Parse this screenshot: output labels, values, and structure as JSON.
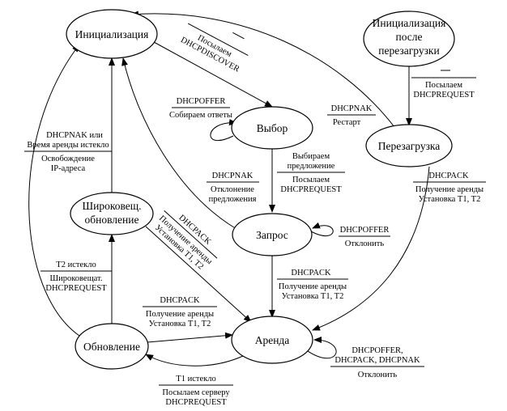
{
  "states": {
    "init": "Инициализация",
    "init_reboot_l1": "Инициализация",
    "init_reboot_l2": "после",
    "init_reboot_l3": "перезагрузки",
    "select": "Выбор",
    "reboot": "Перезагрузка",
    "request": "Запрос",
    "rebind_l1": "Широковещ.",
    "rebind_l2": "обновление",
    "renew": "Обновление",
    "bound": "Аренда"
  },
  "labels": {
    "init_select_line1": "Посылаем",
    "init_select_line2": "DHCPDISCOVER",
    "select_loop_event": "DHCPOFFER",
    "select_loop_action": "Собираем ответы",
    "select_request_event1": "Выбираем",
    "select_request_event2": "предложение",
    "select_request_action1": "Посылаем",
    "select_request_action2": "DHCPREQUEST",
    "request_init_event": "DHCPNAK",
    "request_init_action1": "Отклонение",
    "request_init_action2": "предложения",
    "request_loop_event": "DHCPOFFER",
    "request_loop_action": "Отклонить",
    "request_bound_event": "DHCPACK",
    "request_bound_action1": "Получение аренды",
    "request_bound_action2": "Установка T1, T2",
    "initreboot_reboot_action1": "Посылаем",
    "initreboot_reboot_action2": "DHCPREQUEST",
    "reboot_init_event": "DHCPNAK",
    "reboot_init_action": "Рестарт",
    "reboot_bound_event": "DHCPACK",
    "reboot_bound_action1": "Получение аренды",
    "reboot_bound_action2": "Установка T1, T2",
    "rebind_init_event1": "DHCPNAK или",
    "rebind_init_event2": "Время аренды истекло",
    "rebind_init_action1": "Освобождение",
    "rebind_init_action2": "IP-адреса",
    "rebind_bound_event": "DHCPACK",
    "rebind_bound_action1": "Получение аренды",
    "rebind_bound_action2": "Установка T1, T2",
    "renew_rebind_event": "T2 истекло",
    "renew_rebind_action1": "Широковещат.",
    "renew_rebind_action2": "DHCPREQUEST",
    "renew_bound_event": "DHCPACK",
    "renew_bound_action1": "Получение аренды",
    "renew_bound_action2": "Установка T1, T2",
    "bound_renew_event": "T1 истекло",
    "bound_renew_action1": "Посылаем серверу",
    "bound_renew_action2": "DHCPREQUEST",
    "bound_loop_event1": "DHCPOFFER,",
    "bound_loop_event2": "DHCPACK, DHCPNAK",
    "bound_loop_action": "Отклонить"
  }
}
